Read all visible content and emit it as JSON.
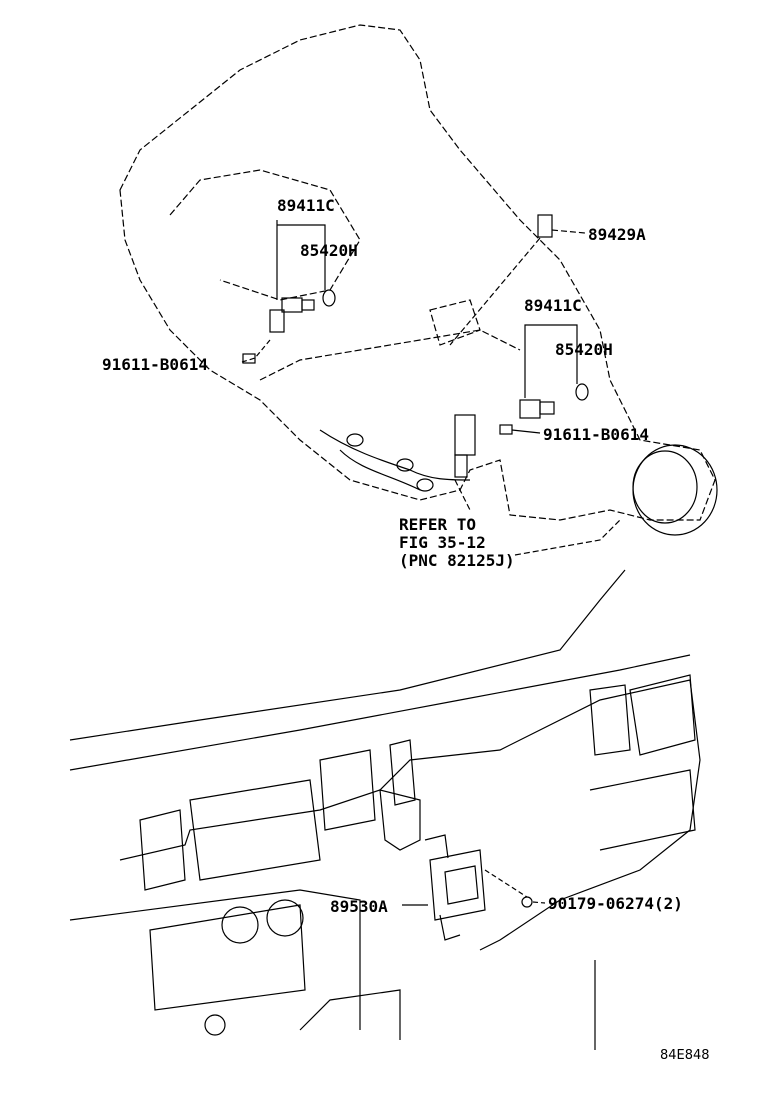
{
  "callouts": {
    "sensor_left": "89411C",
    "oring_left": "85420H",
    "switch_top": "89429A",
    "sensor_right": "89411C",
    "oring_right": "85420H",
    "bolt_left": "91611-B0614",
    "bolt_right": "91611-B0614",
    "refer_line1": "REFER TO",
    "refer_line2": "FIG 35-12",
    "refer_line3": "(PNC 82125J)",
    "ecu": "89530A",
    "nut": "90179-06274(2)"
  },
  "figure_code": "84E848"
}
